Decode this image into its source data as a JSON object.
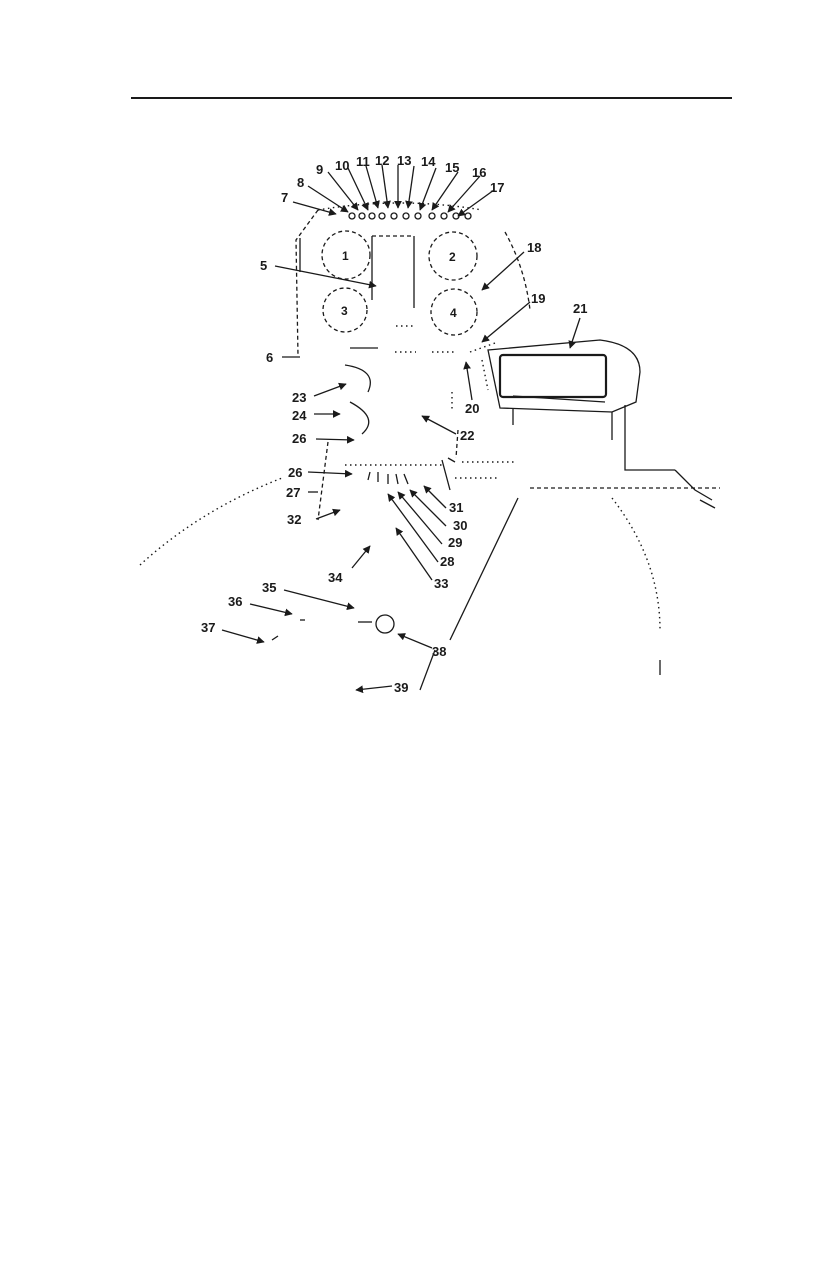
{
  "figure": {
    "gauges": [
      {
        "key": "g1",
        "label": "1"
      },
      {
        "key": "g2",
        "label": "2"
      },
      {
        "key": "g3",
        "label": "3"
      },
      {
        "key": "g4",
        "label": "4"
      }
    ],
    "callouts": [
      {
        "key": "c5",
        "label": "5"
      },
      {
        "key": "c6",
        "label": "6"
      },
      {
        "key": "c7",
        "label": "7"
      },
      {
        "key": "c8",
        "label": "8"
      },
      {
        "key": "c9",
        "label": "9"
      },
      {
        "key": "c10",
        "label": "10"
      },
      {
        "key": "c11",
        "label": "11"
      },
      {
        "key": "c12",
        "label": "12"
      },
      {
        "key": "c13",
        "label": "13"
      },
      {
        "key": "c14",
        "label": "14"
      },
      {
        "key": "c15",
        "label": "15"
      },
      {
        "key": "c16",
        "label": "16"
      },
      {
        "key": "c17",
        "label": "17"
      },
      {
        "key": "c18",
        "label": "18"
      },
      {
        "key": "c19",
        "label": "19"
      },
      {
        "key": "c20",
        "label": "20"
      },
      {
        "key": "c21",
        "label": "21"
      },
      {
        "key": "c22",
        "label": "22"
      },
      {
        "key": "c23",
        "label": "23"
      },
      {
        "key": "c24",
        "label": "24"
      },
      {
        "key": "c25",
        "label": "26"
      },
      {
        "key": "c26",
        "label": "26"
      },
      {
        "key": "c27",
        "label": "27"
      },
      {
        "key": "c28",
        "label": "28"
      },
      {
        "key": "c29",
        "label": "29"
      },
      {
        "key": "c30",
        "label": "30"
      },
      {
        "key": "c31",
        "label": "31"
      },
      {
        "key": "c32",
        "label": "32"
      },
      {
        "key": "c33",
        "label": "33"
      },
      {
        "key": "c34",
        "label": "34"
      },
      {
        "key": "c35",
        "label": "35"
      },
      {
        "key": "c36",
        "label": "36"
      },
      {
        "key": "c37",
        "label": "37"
      },
      {
        "key": "c38",
        "label": "38"
      },
      {
        "key": "c39",
        "label": "39"
      }
    ]
  }
}
